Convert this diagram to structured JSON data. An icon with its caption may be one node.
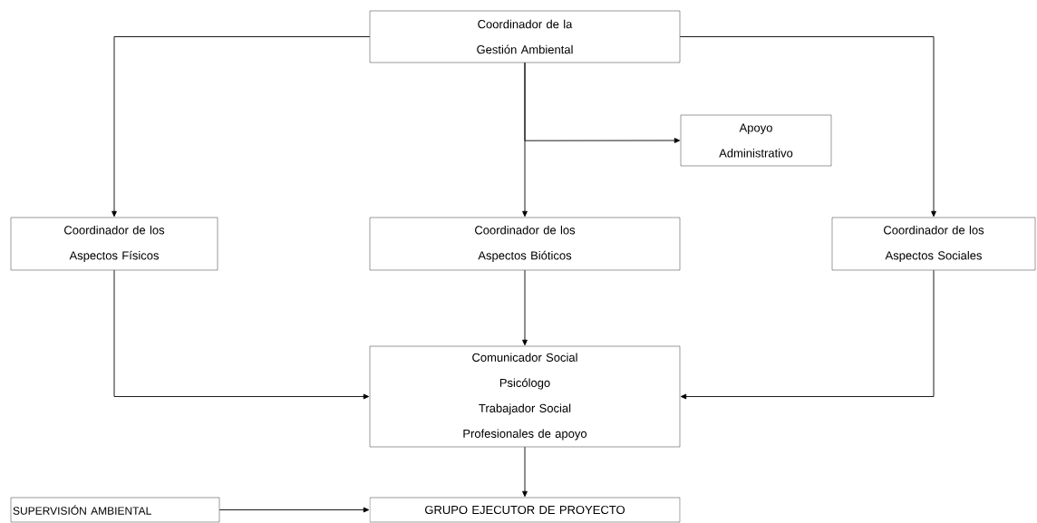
{
  "diagram": {
    "nodes": [
      {
        "text": [
          "Coordinador de la Gestión Ambiental"
        ]
      },
      {
        "text": [
          "Apoyo Administrativo"
        ]
      },
      {
        "text": [
          "Coordinador de los Aspectos Físicos"
        ]
      },
      {
        "text": [
          "Coordinador de los Aspectos Bióticos"
        ]
      },
      {
        "text": [
          "Coordinador de los Aspectos Sociales"
        ]
      },
      {
        "text": [
          "Comunicador Social",
          "Psicólogo",
          "Trabajador Social",
          "Profesionales de apoyo"
        ]
      },
      {
        "text": [
          "SUPERVISIÓN AMBIENTAL"
        ]
      },
      {
        "text": [
          "GRUPO EJECUTOR DE PROYECTO"
        ]
      }
    ],
    "edges": [
      {
        "from": 0,
        "to": 2,
        "arrow": "to"
      },
      {
        "from": 0,
        "to": 3,
        "arrow": "to"
      },
      {
        "from": 0,
        "to": 1,
        "arrow": "to"
      },
      {
        "from": 0,
        "to": 4,
        "arrow": "to"
      },
      {
        "from": 2,
        "to": 5,
        "arrow": "to"
      },
      {
        "from": 3,
        "to": 5,
        "arrow": "to"
      },
      {
        "from": 4,
        "to": 5,
        "arrow": "to"
      },
      {
        "from": 5,
        "to": 7,
        "arrow": "to"
      },
      {
        "from": 6,
        "to": 7,
        "arrow": "to"
      }
    ]
  }
}
